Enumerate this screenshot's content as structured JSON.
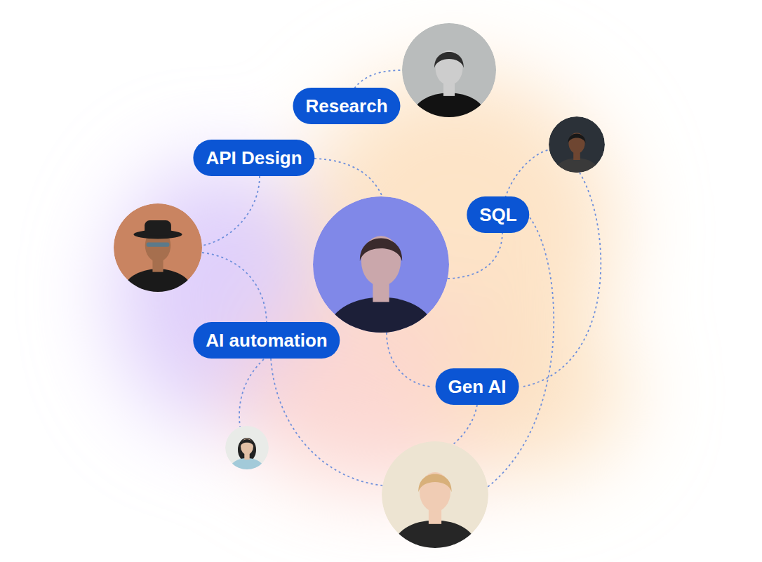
{
  "diagram": {
    "nodes": [
      {
        "text": [
          "Research"
        ]
      },
      {
        "text": [
          "API Design"
        ]
      },
      {
        "text": [
          "SQL"
        ]
      },
      {
        "text": [
          "AI automation"
        ]
      },
      {
        "text": [
          "Gen AI"
        ]
      }
    ]
  }
}
